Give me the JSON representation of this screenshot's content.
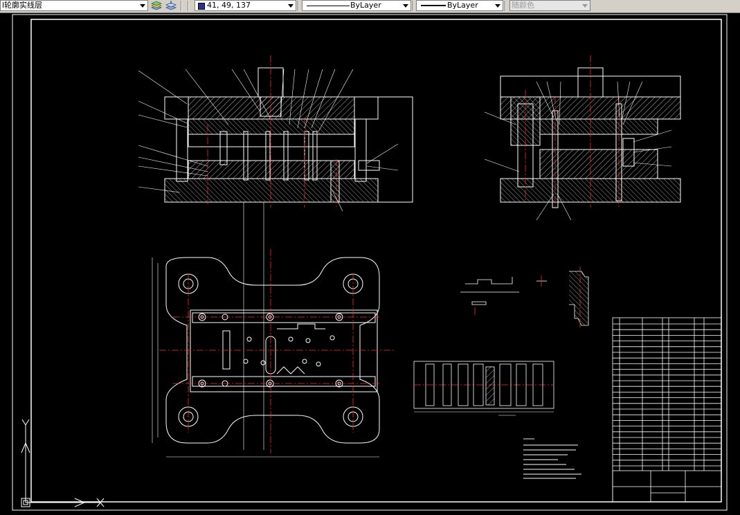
{
  "toolbar": {
    "layer": "l轮廓实线层",
    "color": "41, 49, 137",
    "linetype": "ByLayer",
    "lineweight": "ByLayer",
    "plotstyle": "随颜色"
  },
  "colors": {
    "background": "#000000",
    "lines": "#ffffff",
    "centerlines": "#ff2a2a",
    "hatch": "#ffffff",
    "highlight": "#ffff00",
    "layer_color": "#29318a"
  },
  "drawing": {
    "ucs_x_label": "X",
    "ucs_y_label": "Y"
  }
}
